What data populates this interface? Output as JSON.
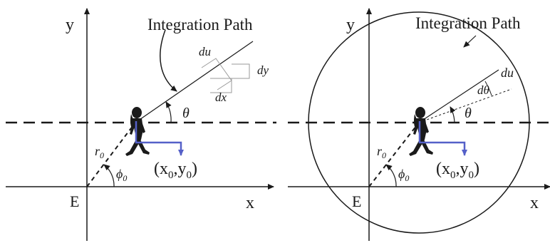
{
  "colors": {
    "ink": "#1a1a1a",
    "vector": "#5560c8",
    "background": "#ffffff",
    "faint": "#9a9a9a"
  },
  "left_panel": {
    "title": "Integration Path",
    "axis_x": "x",
    "axis_y": "y",
    "origin": "E",
    "theta": "θ",
    "phi0": "ϕ",
    "phi0_sub": "0",
    "r0": "r",
    "r0_sub": "0",
    "du": "du",
    "dx": "dx",
    "dy": "dy",
    "point": "(x",
    "point_sub_x": "0",
    "point_mid": ",y",
    "point_sub_y": "0",
    "point_end": ")",
    "figure_icon": "walking-person-silhouette"
  },
  "right_panel": {
    "title": "Integration Path",
    "axis_x": "x",
    "axis_y": "y",
    "origin": "E",
    "theta": "θ",
    "dtheta": "dθ",
    "phi0": "ϕ",
    "phi0_sub": "0",
    "r0": "r",
    "r0_sub": "0",
    "du": "du",
    "point": "(x",
    "point_sub_x": "0",
    "point_mid": ",y",
    "point_sub_y": "0",
    "point_end": ")",
    "figure_icon": "walking-person-silhouette"
  }
}
